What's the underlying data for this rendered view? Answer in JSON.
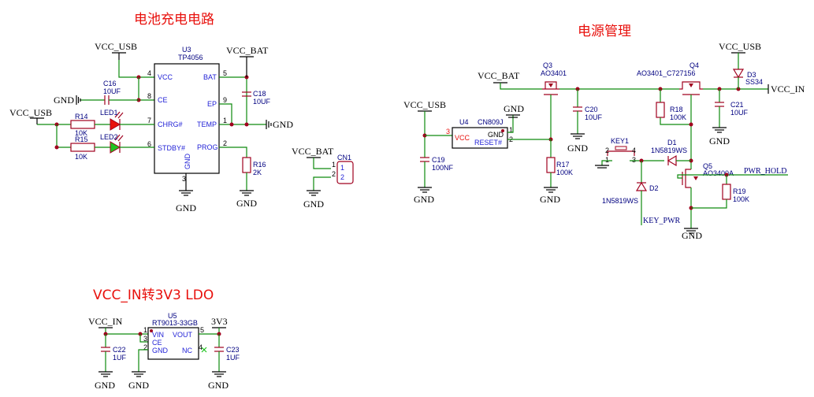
{
  "titles": {
    "charger": "电池充电电路",
    "power_mgmt": "电源管理",
    "ldo": "VCC_IN转3V3 LDO"
  },
  "nets": {
    "vcc_usb": "VCC_USB",
    "vcc_bat": "VCC_BAT",
    "vcc_in": "VCC_IN",
    "v3v3": "3V3",
    "gnd": "GND",
    "key_pwr": "KEY_PWR",
    "pwr_hold": "PWR_HOLD"
  },
  "charger": {
    "u3": {
      "ref": "U3",
      "value": "TP4056",
      "pins_left": [
        {
          "num": "4",
          "name": "VCC"
        },
        {
          "num": "8",
          "name": "CE"
        },
        {
          "num": "7",
          "name": "CHRG#"
        },
        {
          "num": "6",
          "name": "STDBY#"
        }
      ],
      "pins_right": [
        {
          "num": "5",
          "name": "BAT"
        },
        {
          "num": "9",
          "name": "EP"
        },
        {
          "num": "1",
          "name": "TEMP"
        },
        {
          "num": "2",
          "name": "PROG"
        }
      ],
      "pin_bottom": {
        "num": "3",
        "name": "GND"
      }
    },
    "c16": {
      "ref": "C16",
      "value": "10UF"
    },
    "c18": {
      "ref": "C18",
      "value": "10UF"
    },
    "r14": {
      "ref": "R14",
      "value": "10K"
    },
    "r15": {
      "ref": "R15",
      "value": "10K"
    },
    "r16": {
      "ref": "R16",
      "value": "2K"
    },
    "led1": {
      "ref": "LED1"
    },
    "led2": {
      "ref": "LED2"
    },
    "cn1": {
      "ref": "CN1",
      "pin1": "1",
      "pin2": "2"
    }
  },
  "power": {
    "q3": {
      "ref": "Q3",
      "value": "AO3401"
    },
    "q4": {
      "ref": "Q4",
      "value": "AO3401_C727156"
    },
    "q5": {
      "ref": "Q5",
      "value": "AO3400A"
    },
    "u4": {
      "ref": "U4",
      "value": "CN809J",
      "pin_vcc": "VCC",
      "pin_gnd": "GND",
      "pin_reset": "RESET#",
      "n1": "1",
      "n2": "2",
      "n3": "3"
    },
    "c19": {
      "ref": "C19",
      "value": "100NF"
    },
    "c20": {
      "ref": "C20",
      "value": "10UF"
    },
    "c21": {
      "ref": "C21",
      "value": "10UF"
    },
    "r17": {
      "ref": "R17",
      "value": "100K"
    },
    "r18": {
      "ref": "R18",
      "value": "100K"
    },
    "r19": {
      "ref": "R19",
      "value": "100K"
    },
    "d1": {
      "ref": "D1",
      "value": "1N5819WS"
    },
    "d2": {
      "ref": "D2",
      "value": "1N5819WS"
    },
    "d3": {
      "ref": "D3",
      "value": "SS34"
    },
    "key1": {
      "ref": "KEY1",
      "p1": "1",
      "p2": "2",
      "p3": "3",
      "p4": "4"
    }
  },
  "ldo": {
    "u5": {
      "ref": "U5",
      "value": "RT9013-33GB",
      "pins": [
        {
          "num": "1",
          "name": "VIN"
        },
        {
          "num": "3",
          "name": "CE"
        },
        {
          "num": "2",
          "name": "GND"
        },
        {
          "num": "5",
          "name": "VOUT"
        },
        {
          "num": "4",
          "name": "NC"
        }
      ]
    },
    "c22": {
      "ref": "C22",
      "value": "1UF"
    },
    "c23": {
      "ref": "C23",
      "value": "1UF"
    }
  }
}
